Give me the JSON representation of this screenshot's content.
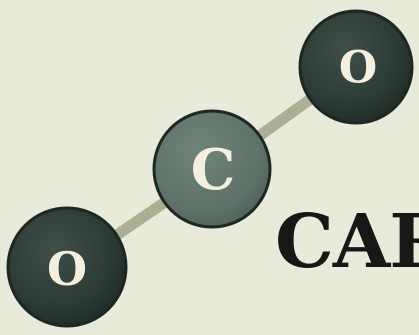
{
  "molecule": {
    "atoms": [
      {
        "id": "oxygen-right",
        "label": "O"
      },
      {
        "id": "carbon-center",
        "label": "C"
      },
      {
        "id": "oxygen-left",
        "label": "O"
      }
    ],
    "bonds": [
      {
        "from": "oxygen-left",
        "to": "carbon-center"
      },
      {
        "from": "carbon-center",
        "to": "oxygen-right"
      }
    ]
  },
  "title": {
    "text": "CAR"
  },
  "colors": {
    "background": "#e8ebda",
    "oxygen_fill": "#2b3a34",
    "carbon_fill": "#5c7167",
    "atom_outline": "#1d2822",
    "bond": "#b9bea3",
    "label": "#f3f0df",
    "title_text": "#151815"
  }
}
